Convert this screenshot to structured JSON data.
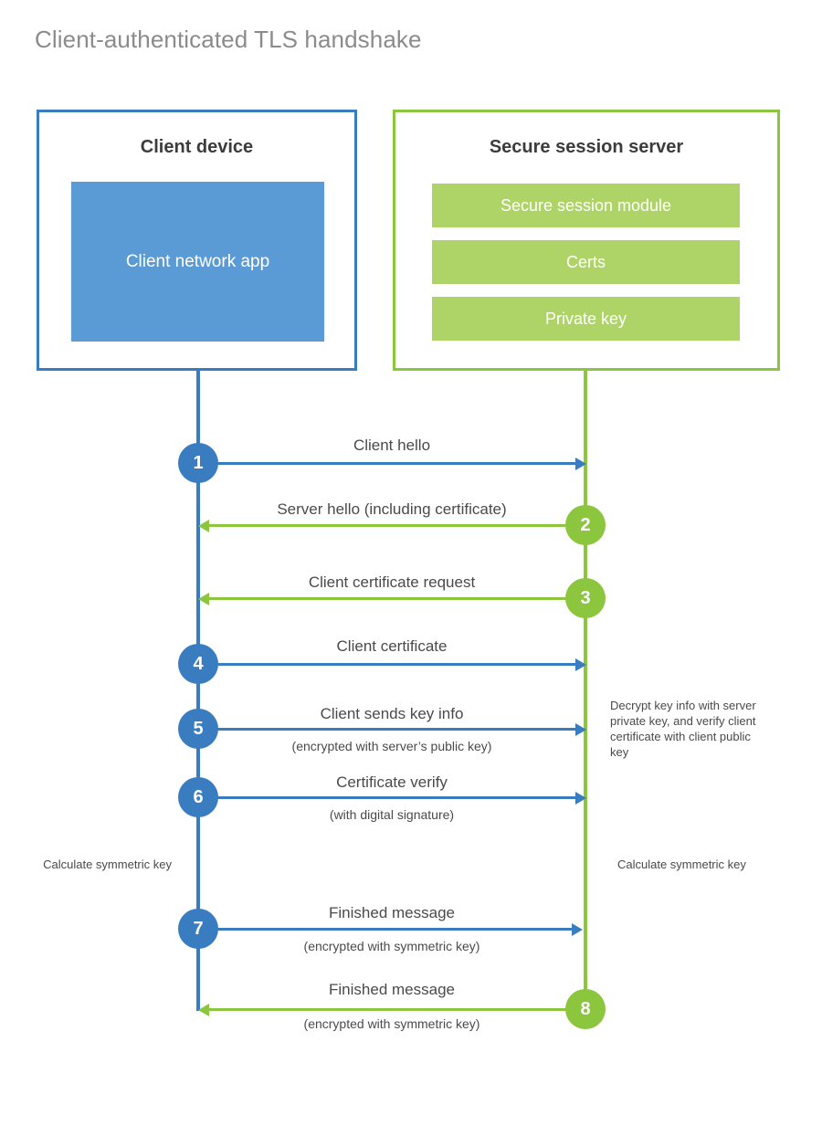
{
  "title": "Client-authenticated TLS handshake",
  "colors": {
    "client_blue": "#3a7cc0",
    "client_app_fill": "#5b9bd5",
    "server_green": "#8cc63f",
    "server_bar_fill": "#aed367",
    "title_gray": "#8b8b8b",
    "text_gray": "#4a4a4a"
  },
  "client": {
    "title": "Client device",
    "app_label": "Client network app"
  },
  "server": {
    "title": "Secure session server",
    "components": [
      "Secure session module",
      "Certs",
      "Private key"
    ]
  },
  "steps": [
    {
      "number": "1",
      "label": "Client hello",
      "sublabel": "",
      "direction": "client-to-server",
      "color": "blue"
    },
    {
      "number": "2",
      "label": "Server hello (including certificate)",
      "sublabel": "",
      "direction": "server-to-client",
      "color": "green"
    },
    {
      "number": "3",
      "label": "Client certificate request",
      "sublabel": "",
      "direction": "server-to-client",
      "color": "green"
    },
    {
      "number": "4",
      "label": "Client certificate",
      "sublabel": "",
      "direction": "client-to-server",
      "color": "blue"
    },
    {
      "number": "5",
      "label": "Client sends key info",
      "sublabel": "(encrypted with server’s public key)",
      "direction": "client-to-server",
      "color": "blue"
    },
    {
      "number": "6",
      "label": "Certificate verify",
      "sublabel": "(with digital signature)",
      "direction": "client-to-server",
      "color": "blue"
    },
    {
      "number": "7",
      "label": "Finished message",
      "sublabel": "(encrypted with symmetric key)",
      "direction": "client-to-server",
      "color": "blue"
    },
    {
      "number": "8",
      "label": "Finished message",
      "sublabel": "(encrypted with symmetric key)",
      "direction": "server-to-client",
      "color": "green"
    }
  ],
  "notes": {
    "server_decrypt": "Decrypt key info with server private key, and verify client certificate with client public key",
    "client_calculate": "Calculate symmetric key",
    "server_calculate": "Calculate symmetric key"
  }
}
